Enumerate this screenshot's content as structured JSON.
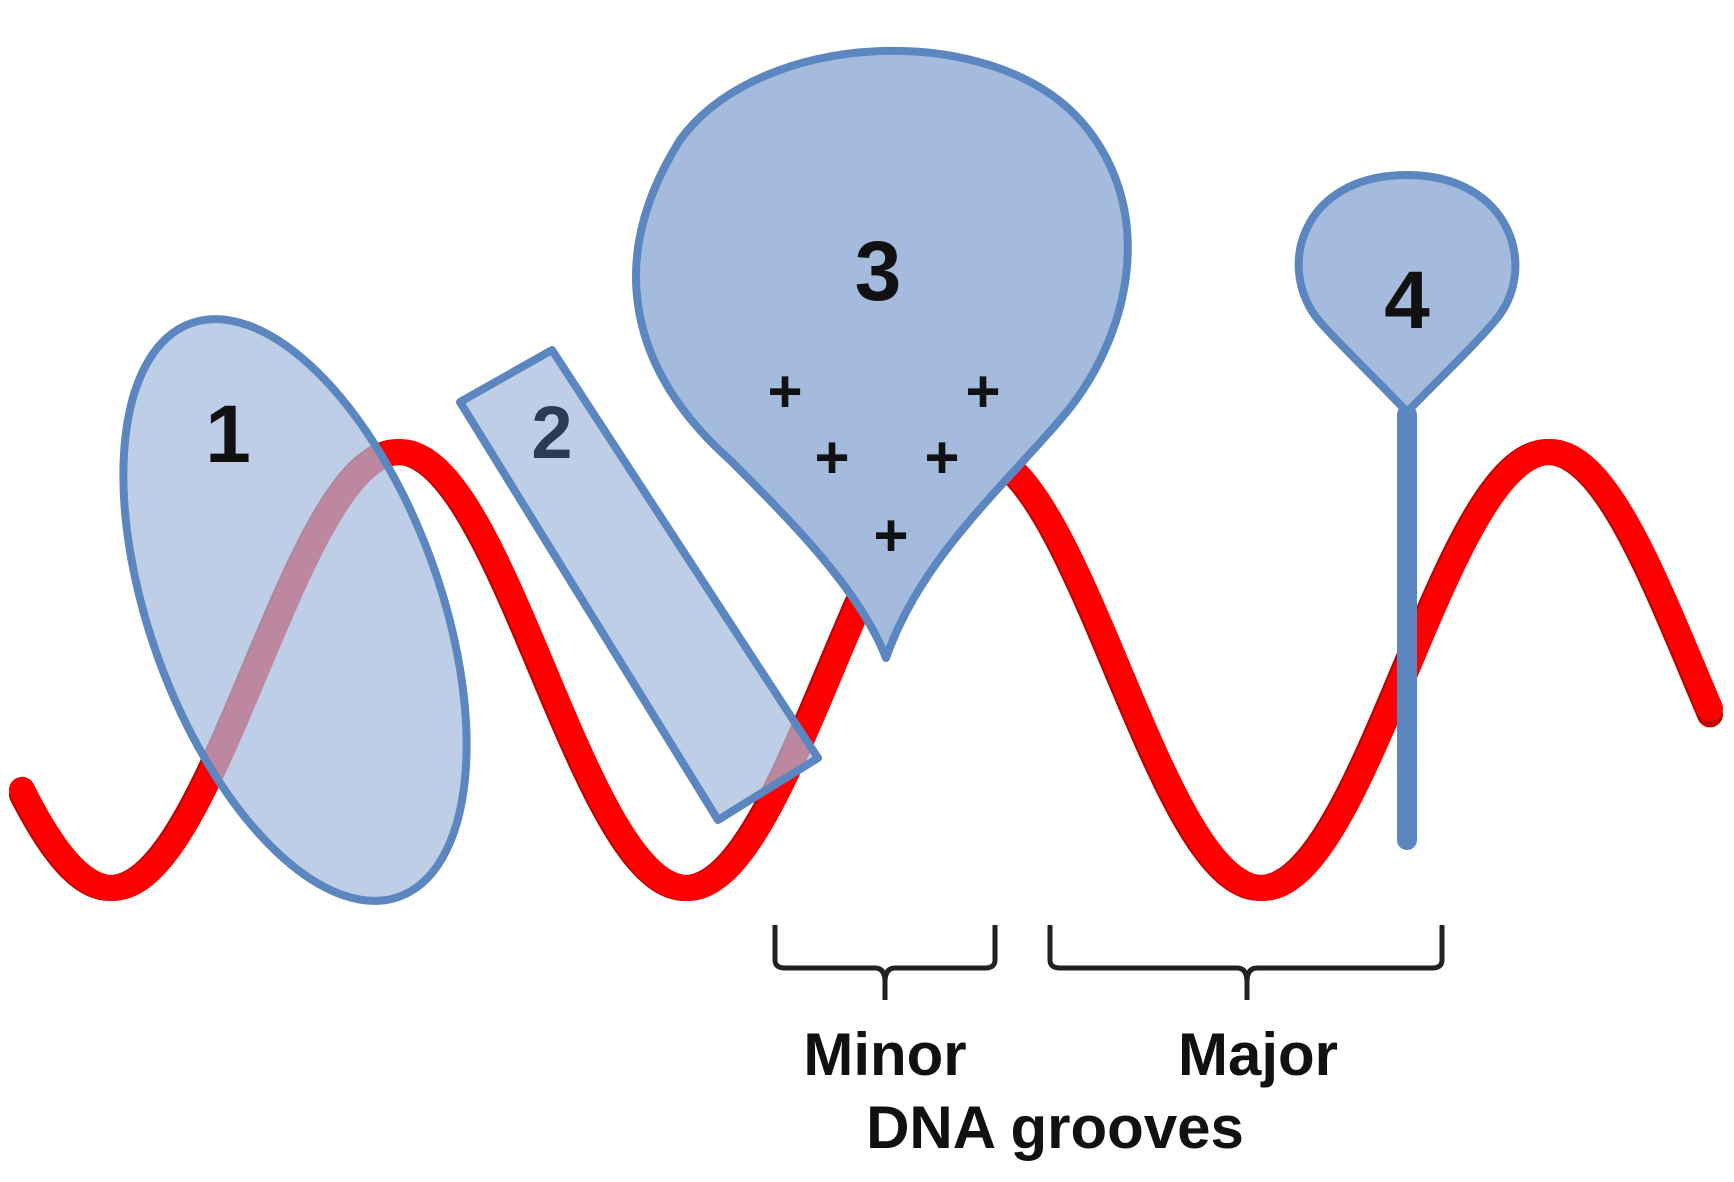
{
  "labels": {
    "binder_1": "1",
    "binder_2": "2",
    "binder_3": "3",
    "binder_4": "4",
    "charge_symbol": "+",
    "minor_groove": "Minor",
    "major_groove": "Major",
    "grooves_caption": "DNA grooves"
  },
  "colors": {
    "strand_front": "#ff0000",
    "strand_back": "#c00000",
    "base_pair": "#333333",
    "binder_fill": "#a4bbdd",
    "binder_stroke": "#5b86c0",
    "text": "#111111"
  }
}
